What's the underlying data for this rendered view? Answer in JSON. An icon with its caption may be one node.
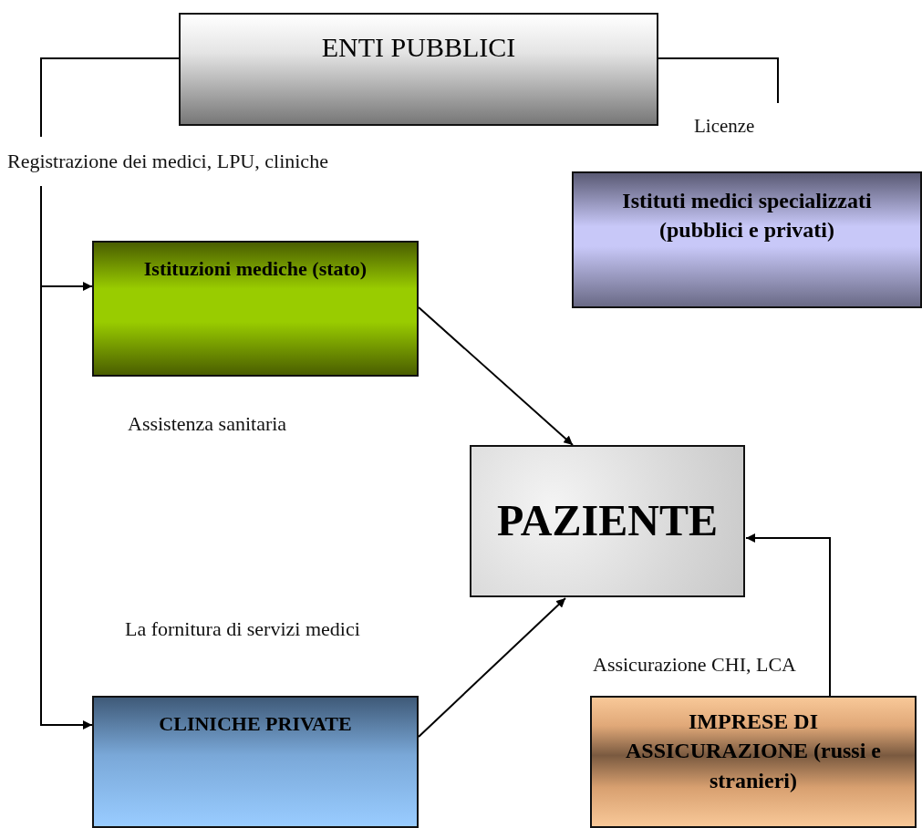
{
  "diagram": {
    "nodes": [
      {
        "text": [
          "ENTI PUBBLICI"
        ]
      },
      {
        "text": [
          "Istituti medici specializzati (pubblici e privati)"
        ]
      },
      {
        "text": [
          "Istituzioni mediche (stato)"
        ]
      },
      {
        "text": [
          "PAZIENTE"
        ]
      },
      {
        "text": [
          "CLINICHE PRIVATE"
        ]
      },
      {
        "text": [
          "IMPRESE DI ASSICURAZIONE (russi e stranieri)"
        ]
      }
    ],
    "edges": [
      {
        "from": 0,
        "to": 2,
        "arrow": "to",
        "label": "Registrazione dei medici, LPU, cliniche"
      },
      {
        "from": 0,
        "to": 4,
        "arrow": "to"
      },
      {
        "from": 0,
        "to": null,
        "arrow": "none",
        "label": "Licenze"
      },
      {
        "from": 2,
        "to": 3,
        "arrow": "to"
      },
      {
        "from": 4,
        "to": 3,
        "arrow": "to"
      },
      {
        "from": 5,
        "to": 3,
        "arrow": "to",
        "label": "Assicurazione CHI, LCA"
      }
    ],
    "labels": [
      "Assistenza sanitaria",
      "La fornitura di servizi medici"
    ]
  }
}
